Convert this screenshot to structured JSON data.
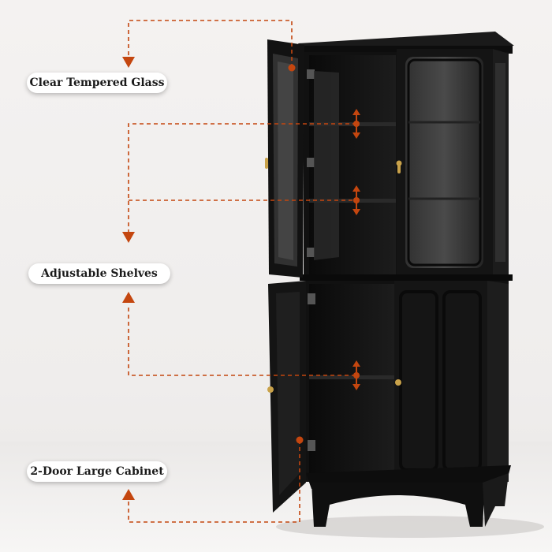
{
  "labels": {
    "glass": "Clear Tempered Glass",
    "shelves": "Adjustable Shelves",
    "cabinet": "2-Door Large Cabinet"
  },
  "colors": {
    "accent": "#c4460f",
    "cabinet": "#111111",
    "handle": "#c9a24a"
  },
  "icons": [
    "arrow-down-icon",
    "arrow-up-icon",
    "double-arrow-icon",
    "dot-marker-icon"
  ]
}
